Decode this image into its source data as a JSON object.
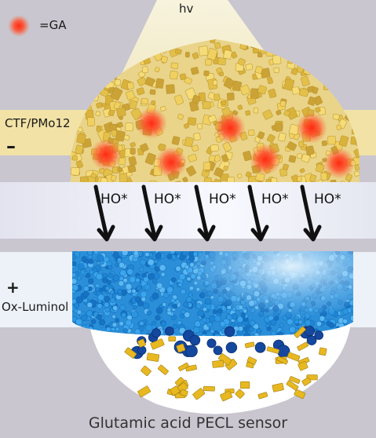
{
  "light": {
    "label": "hv"
  },
  "legend": {
    "label": "=GA",
    "marker": "red-glow-dot",
    "marker_color": "#ff3b2a"
  },
  "top_layer": {
    "label": "CTF/PMo12",
    "charge": "–",
    "particle_color": "#e7c54a"
  },
  "radicals": {
    "label": "HO*",
    "count": 5
  },
  "bottom_layer": {
    "charge": "+",
    "label": "Ox-Luminol",
    "particle_color": "#1e8fe6"
  },
  "caption": "Glutamic acid PECL sensor",
  "colors": {
    "background": "#c9c6cf",
    "top_band": "#f2e2a6",
    "light_beam": "#fff6c4",
    "middle_band": "#e6e8f2",
    "bottom_band": "#ecf2f8",
    "dish": "#ffffff",
    "blue_spheres": "#14479e",
    "gold_crystals": "#e8b820"
  }
}
